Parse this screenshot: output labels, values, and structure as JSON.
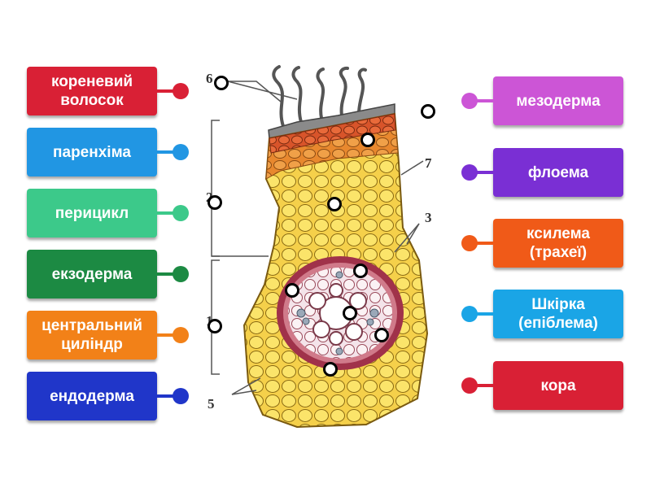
{
  "left_labels": [
    {
      "text": "кореневий\nволосок",
      "color": "#d92035",
      "dot": "#d92035"
    },
    {
      "text": "паренхіма",
      "color": "#2196e3",
      "dot": "#2196e3"
    },
    {
      "text": "перицикл",
      "color": "#3cc98a",
      "dot": "#3cc98a"
    },
    {
      "text": "екзодерма",
      "color": "#1c8a43",
      "dot": "#1c8a43"
    },
    {
      "text": "центральний\nциліндр",
      "color": "#f28118",
      "dot": "#f28118"
    },
    {
      "text": "ендодерма",
      "color": "#2036c9",
      "dot": "#2036c9"
    }
  ],
  "right_labels": [
    {
      "text": "мезодерма",
      "color": "#cc55d6",
      "dot": "#cc55d6"
    },
    {
      "text": "флоема",
      "color": "#7a2fd4",
      "dot": "#7a2fd4"
    },
    {
      "text": "ксилема\n(трахеї)",
      "color": "#f05a18",
      "dot": "#f05a18"
    },
    {
      "text": "Шкірка\n(епіблема)",
      "color": "#1aa5e6",
      "dot": "#1aa5e6"
    },
    {
      "text": "кора",
      "color": "#d92035",
      "dot": "#d92035"
    }
  ],
  "diagram_numbers": {
    "n1": "1",
    "n2": "2",
    "n3": "3",
    "n5": "5",
    "n6": "6",
    "n7": "7"
  }
}
